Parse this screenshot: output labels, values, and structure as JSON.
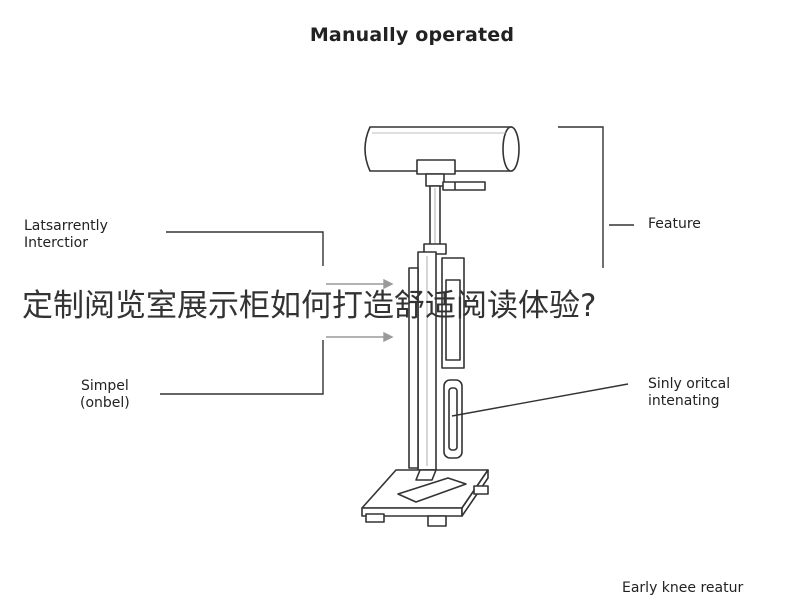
{
  "title": "Manually operated",
  "labels": {
    "left_top_line1": "Latsarrently",
    "left_top_line2": "Interctior",
    "right_top": "Feature",
    "left_bottom_line1": "Simpel",
    "left_bottom_line2": "(onbel)",
    "right_bottom_line1": "Sinly oritcal",
    "right_bottom_line2": "intenating",
    "bottom_right": "Early knee reatur"
  },
  "caption": "定制阅览室展示柜如何打造舒适阅读体验?",
  "colors": {
    "ink": "#222222",
    "line": "#333333",
    "arrow": "#9a9a9a",
    "background": "#ffffff"
  }
}
